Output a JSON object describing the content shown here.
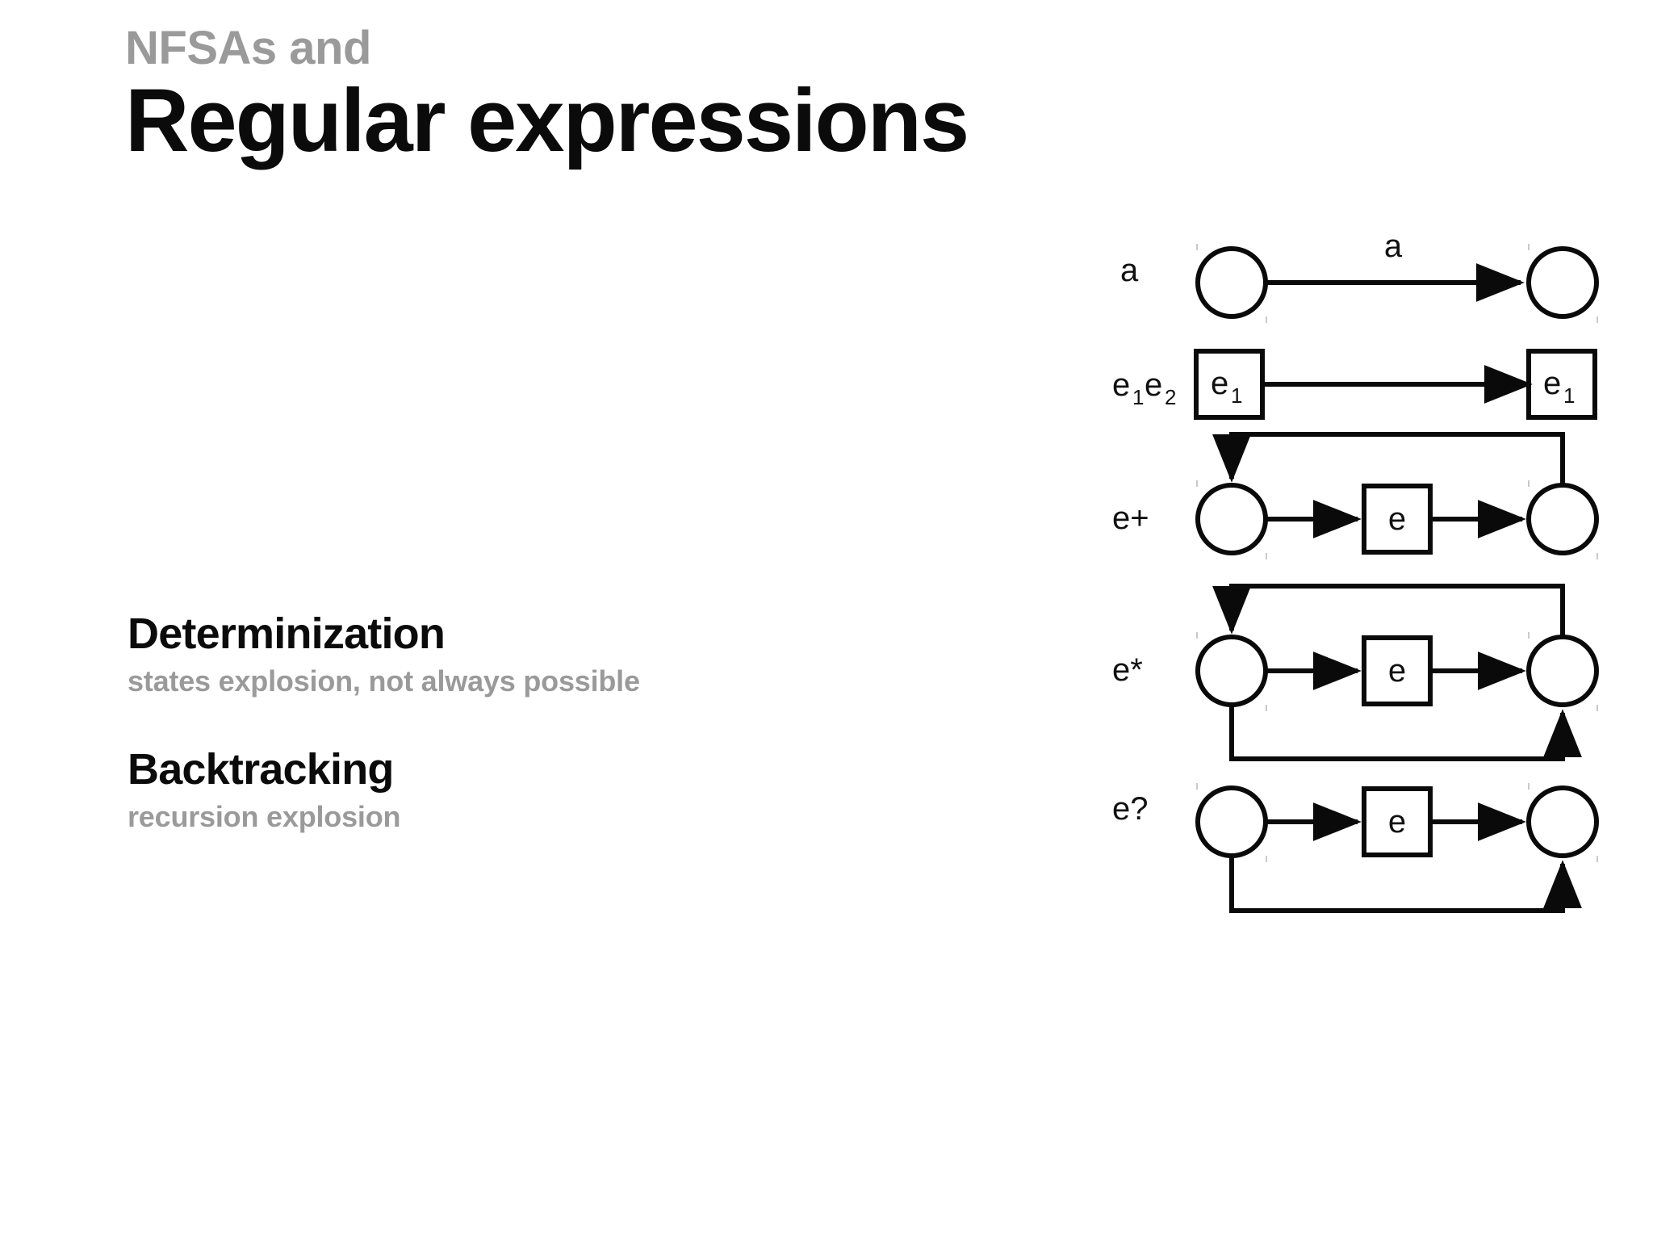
{
  "slide": {
    "background_color": "#ffffff",
    "text_color": "#0b0b0b",
    "muted_color": "#9a9a9a",
    "line_color": "#0a0a0a"
  },
  "title": {
    "kicker": "NFSAs and",
    "headline": "Regular expressions"
  },
  "points": [
    {
      "title": "Determinization",
      "subtitle": "states explosion, not always possible"
    },
    {
      "title": "Backtracking",
      "subtitle": "recursion explosion"
    }
  ],
  "diagrams": {
    "rows": [
      {
        "label": "a",
        "label_kind": "plain",
        "kind": "atom",
        "left_node": {
          "shape": "circle",
          "text": ""
        },
        "middle_node": null,
        "right_node": {
          "shape": "circle",
          "text": ""
        },
        "edge_label": "a",
        "has_top_loop": false,
        "has_bottom_bypass": false
      },
      {
        "label": "e1e2",
        "label_parts": [
          {
            "base": "e",
            "sub": "1"
          },
          {
            "base": "e",
            "sub": "2"
          }
        ],
        "label_kind": "subscripted",
        "kind": "concat",
        "left_node": {
          "shape": "box",
          "base": "e",
          "sub": "1"
        },
        "middle_node": null,
        "right_node": {
          "shape": "box",
          "base": "e",
          "sub": "1"
        },
        "edge_label": "",
        "has_top_loop": false,
        "has_bottom_bypass": false
      },
      {
        "label": "e+",
        "label_kind": "plain",
        "kind": "plus",
        "left_node": {
          "shape": "circle",
          "text": ""
        },
        "middle_node": {
          "shape": "box",
          "text": "e"
        },
        "right_node": {
          "shape": "circle",
          "text": ""
        },
        "edge_label": "",
        "has_top_loop": true,
        "has_bottom_bypass": false
      },
      {
        "label": "e*",
        "label_kind": "plain",
        "kind": "star",
        "left_node": {
          "shape": "circle",
          "text": ""
        },
        "middle_node": {
          "shape": "box",
          "text": "e"
        },
        "right_node": {
          "shape": "circle",
          "text": ""
        },
        "edge_label": "",
        "has_top_loop": true,
        "has_bottom_bypass": true
      },
      {
        "label": "e?",
        "label_kind": "plain",
        "kind": "optional",
        "left_node": {
          "shape": "circle",
          "text": ""
        },
        "middle_node": {
          "shape": "box",
          "text": "e"
        },
        "right_node": {
          "shape": "circle",
          "text": ""
        },
        "edge_label": "",
        "has_top_loop": false,
        "has_bottom_bypass": true
      }
    ]
  }
}
